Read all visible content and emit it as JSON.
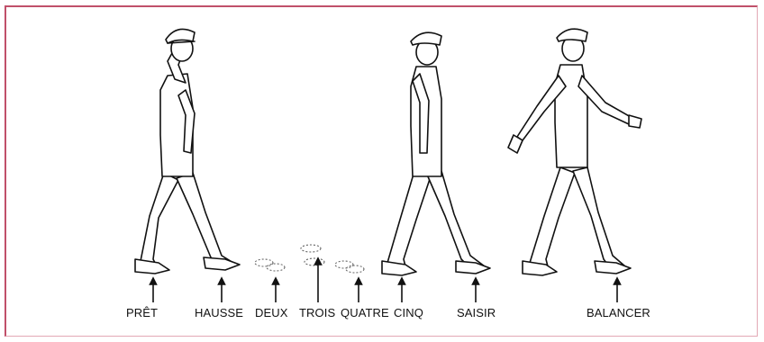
{
  "labels": {
    "pret": "PRÊT",
    "hausse": "HAUSSE",
    "deux": "DEUX",
    "trois": "TROIS",
    "quatre": "QUATRE",
    "cinq": "CINQ",
    "saisir": "SAISIR",
    "balancer": "BALANCER"
  },
  "colors": {
    "frame": "#c0506a",
    "line": "#111111",
    "fill": "#ffffff"
  }
}
